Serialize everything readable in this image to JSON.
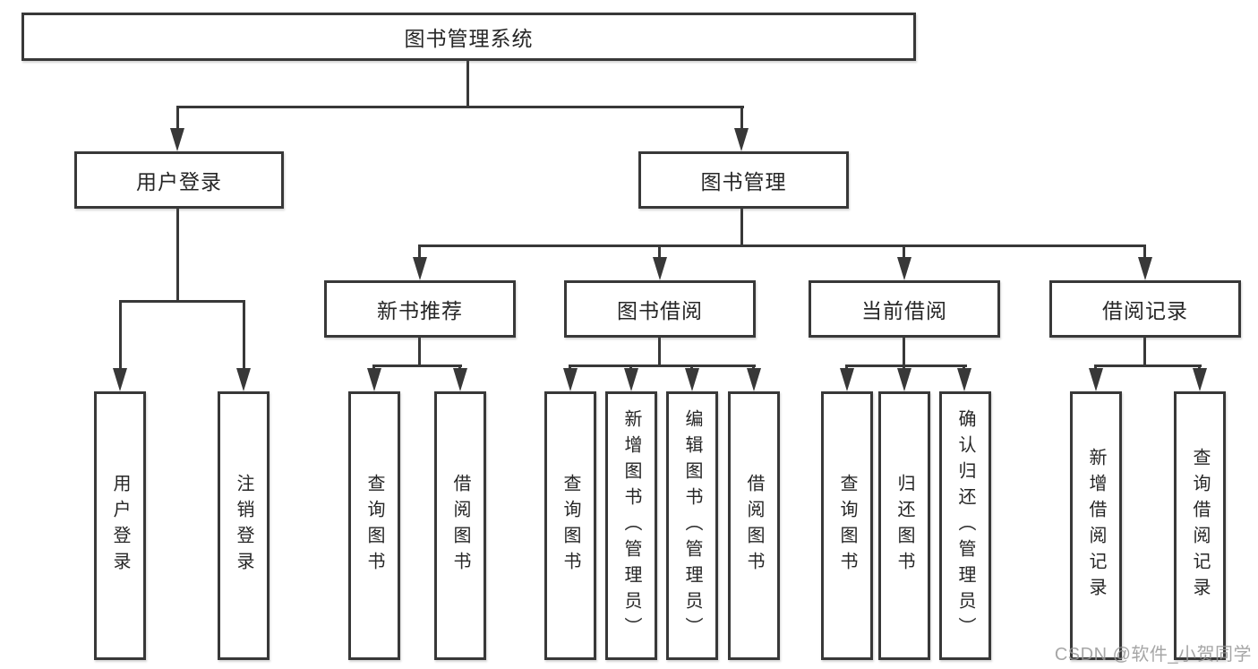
{
  "diagram": {
    "type": "hierarchy-tree",
    "root": {
      "label": "图书管理系统"
    },
    "level1": {
      "user_login": {
        "label": "用户登录"
      },
      "book_management": {
        "label": "图书管理"
      }
    },
    "level2": {
      "new_book_rec": {
        "label": "新书推荐",
        "parent": "图书管理"
      },
      "book_borrow": {
        "label": "图书借阅",
        "parent": "图书管理"
      },
      "current_borrow": {
        "label": "当前借阅",
        "parent": "图书管理"
      },
      "borrow_records": {
        "label": "借阅记录",
        "parent": "图书管理"
      }
    },
    "leaves": {
      "user_login": [
        "用户登录",
        "注销登录"
      ],
      "new_book_rec": [
        "查询图书",
        "借阅图书"
      ],
      "book_borrow": [
        "查询图书",
        "新增图书（管理员）",
        "编辑图书（管理员）",
        "借阅图书"
      ],
      "current_borrow": [
        "查询图书",
        "归还图书",
        "确认归还（管理员）"
      ],
      "borrow_records": [
        "新增借阅记录",
        "查询借阅记录"
      ]
    }
  },
  "watermark": {
    "text": "CSDN @软件_小贺同学"
  },
  "colors": {
    "background": "#ffffff",
    "line": "#383838",
    "box_border": "#383838",
    "text": "#262626",
    "watermark": "#969696"
  }
}
